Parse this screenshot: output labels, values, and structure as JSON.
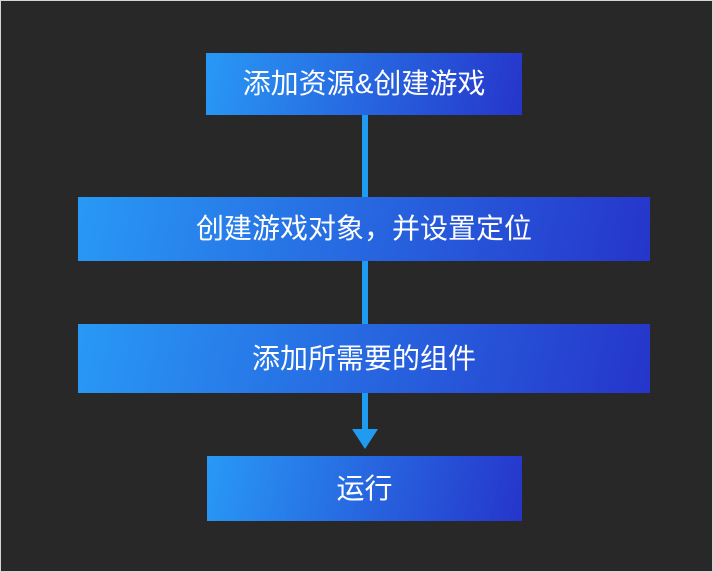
{
  "canvas": {
    "background_color": "#282828",
    "border_color": "#d6d6d6"
  },
  "flowchart": {
    "accent_line_color": "#1F9BF2",
    "node_gradient_start": "#2899F5",
    "node_gradient_end": "#2635CB",
    "text_color": "#ffffff",
    "nodes": [
      {
        "id": "step-1",
        "label": "添加资源&创建游戏"
      },
      {
        "id": "step-2",
        "label": "创建游戏对象，并设置定位"
      },
      {
        "id": "step-3",
        "label": "添加所需要的组件"
      },
      {
        "id": "step-4",
        "label": "运行"
      }
    ],
    "connectors": [
      {
        "from": "step-1",
        "to": "step-2",
        "arrowhead": false
      },
      {
        "from": "step-2",
        "to": "step-3",
        "arrowhead": false
      },
      {
        "from": "step-3",
        "to": "step-4",
        "arrowhead": true
      }
    ]
  }
}
